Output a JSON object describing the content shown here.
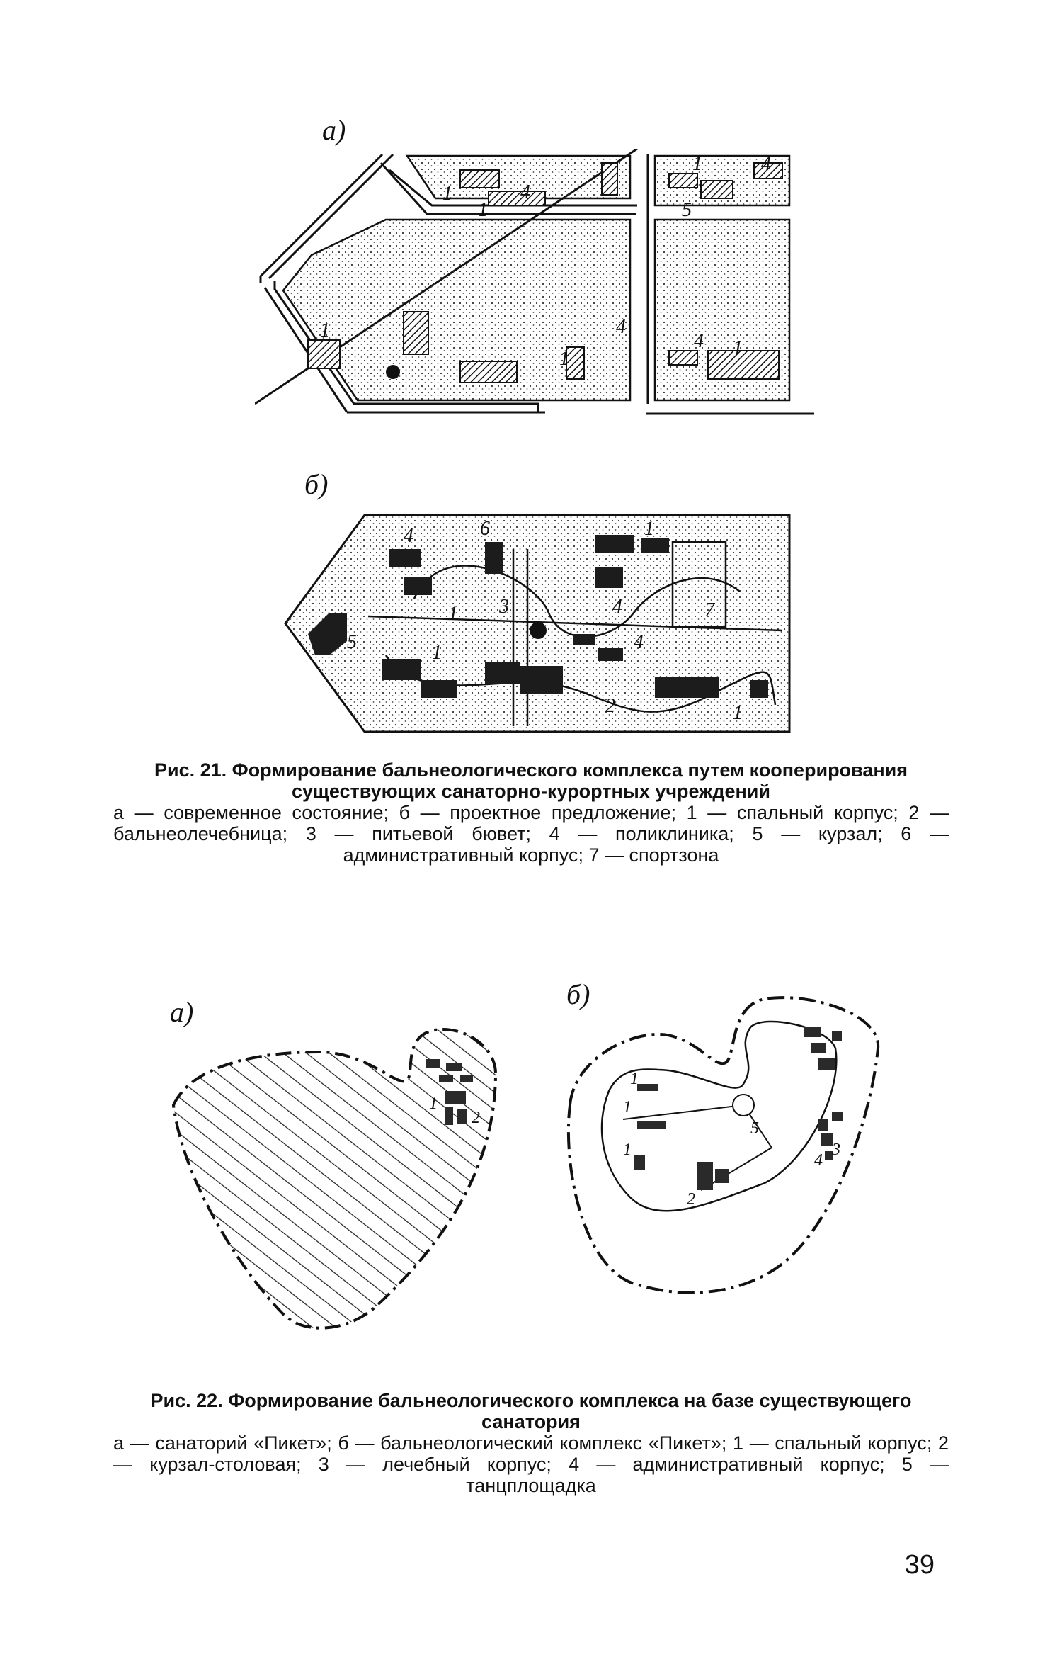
{
  "figure21": {
    "label_a": "а)",
    "label_b": "б)",
    "plan_a_numbers": [
      "1",
      "4",
      "1",
      "1",
      "4",
      "5",
      "1",
      "4",
      "1",
      "4",
      "1"
    ],
    "plan_b_numbers": [
      "4",
      "6",
      "1",
      "1",
      "3",
      "4",
      "7",
      "5",
      "1",
      "4",
      "2",
      "1"
    ],
    "caption_title": "Рис. 21. Формирование бальнеологического комплекса путем кооперирования существующих санаторно-курортных учреждений",
    "caption_legend": "а — современное состояние; б — проектное предложение; 1 — спальный корпус; 2 — бальнеолечебница; 3 — питьевой бювет; 4 — поликлиника; 5 — курзал; 6 — административный корпус; 7 — спортзона"
  },
  "figure22": {
    "label_a": "а)",
    "label_b": "б)",
    "plan_a_numbers": [
      "1",
      "2"
    ],
    "plan_b_numbers": [
      "1",
      "1",
      "1",
      "5",
      "3",
      "4",
      "2"
    ],
    "caption_title": "Рис. 22. Формирование бальнеологического комплекса на базе существующего санатория",
    "caption_legend": "а — санаторий «Пикет»; б — бальнеологический комплекс «Пикет»; 1 — спальный корпус; 2 — курзал-столовая; 3 — лечебный корпус; 4 — административный корпус; 5 — танцплощадка"
  },
  "page_number": "39"
}
